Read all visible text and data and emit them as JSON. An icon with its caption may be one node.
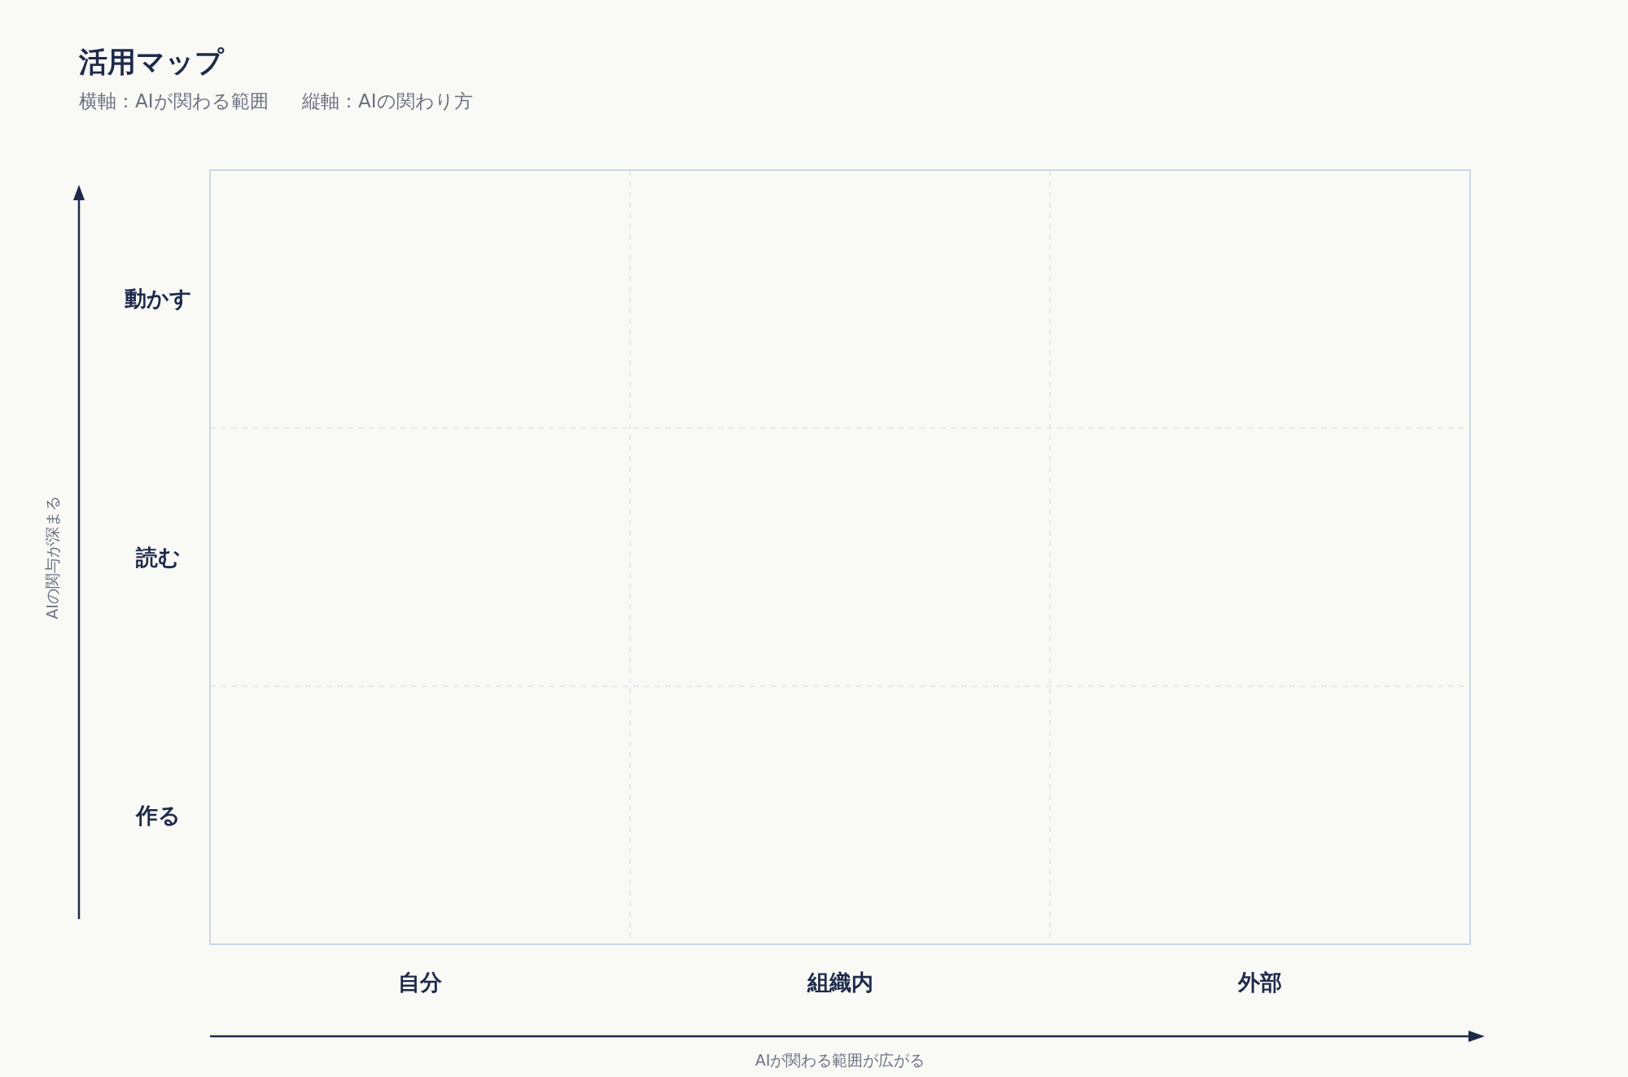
{
  "diagram": {
    "title": "活用マップ",
    "labels": [
      "横軸：AIが関わる範囲",
      "縦軸：AIの関わり方",
      "動かす",
      "AIの関与が深まる",
      "読む",
      "作る",
      "自分",
      "組織内",
      "外部",
      "AIが関わる範囲が広がる"
    ]
  }
}
